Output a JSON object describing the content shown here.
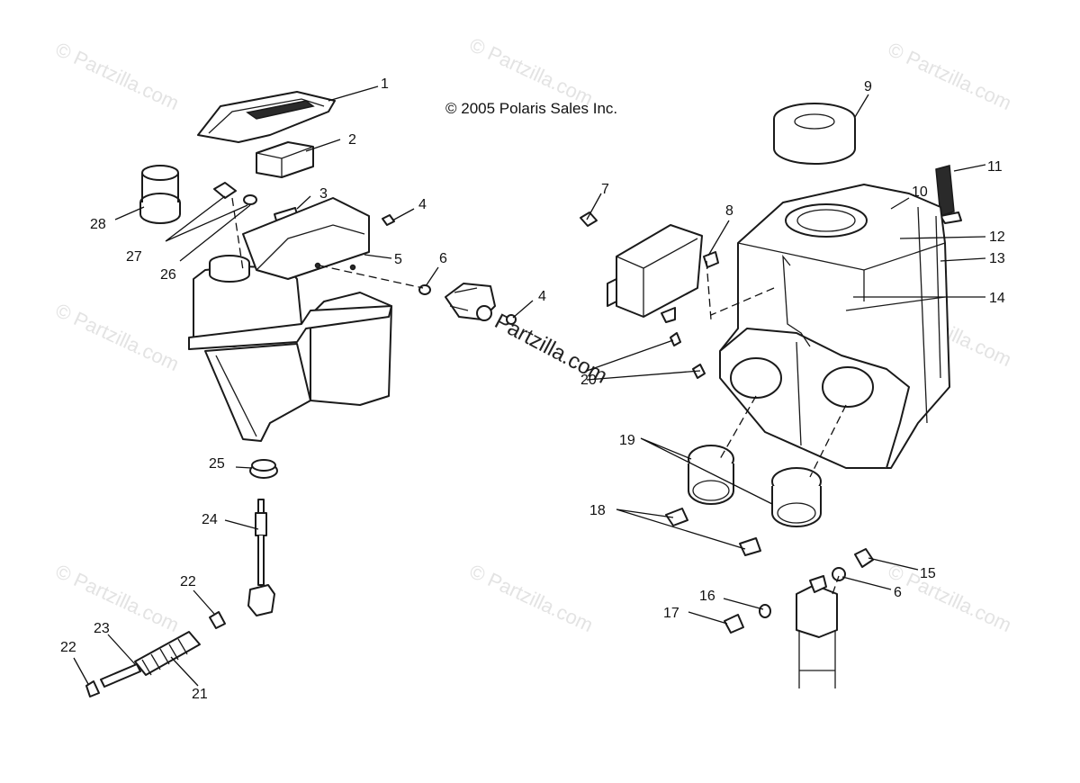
{
  "copyright": "© 2005 Polaris Sales Inc.",
  "watermark": "© Partzilla.com",
  "center_watermark": "Partzilla.com",
  "callouts": {
    "c1": "1",
    "c2": "2",
    "c3": "3",
    "c4a": "4",
    "c4b": "4",
    "c5": "5",
    "c6a": "6",
    "c6b": "6",
    "c7": "7",
    "c8": "8",
    "c9": "9",
    "c10": "10",
    "c11": "11",
    "c12": "12",
    "c13": "13",
    "c14": "14",
    "c15": "15",
    "c16": "16",
    "c17": "17",
    "c18": "18",
    "c19": "19",
    "c20": "20",
    "c21": "21",
    "c22a": "22",
    "c22b": "22",
    "c23": "23",
    "c24": "24",
    "c25": "25",
    "c26": "26",
    "c27": "27",
    "c28": "28"
  },
  "colors": {
    "line": "#1a1a1a",
    "watermark": "#e3e3e3",
    "background": "#ffffff"
  }
}
